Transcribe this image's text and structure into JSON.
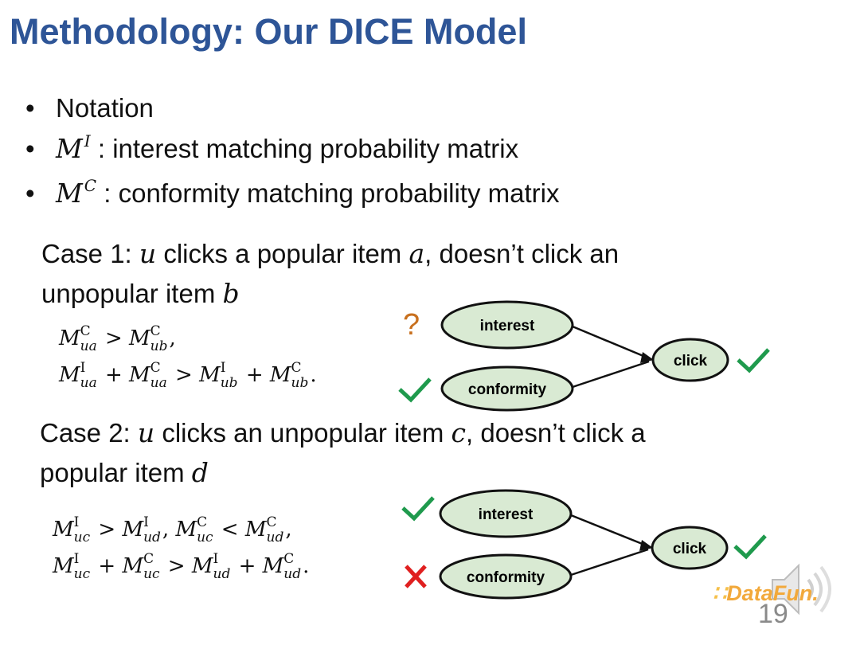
{
  "title": "Methodology: Our DICE Model",
  "bullets": {
    "notation": "Notation",
    "mi_sym": "M",
    "mi_sup": "I",
    "mi_text": " : interest matching probability matrix",
    "mc_sym": "M",
    "mc_sup": "C",
    "mc_text": " : conformity matching probability matrix"
  },
  "case1": {
    "t1": "Case 1: ",
    "u": "u",
    "t2": " clicks a popular item ",
    "a": "a",
    "t3": ", doesn’t click an",
    "t4": "unpopular item ",
    "b": "b"
  },
  "case2": {
    "t1": "Case 2: ",
    "u": "u",
    "t2": " clicks an unpopular item ",
    "c": "c",
    "t3": ", doesn’t click a",
    "t4": "popular item ",
    "d": "d"
  },
  "diagram1": {
    "top_node": "interest",
    "bottom_node": "conformity",
    "target": "click",
    "top_mark": "?",
    "bottom_mark": "check",
    "target_mark": "check"
  },
  "diagram2": {
    "top_node": "interest",
    "bottom_node": "conformity",
    "target": "click",
    "top_mark": "check",
    "bottom_mark": "cross",
    "target_mark": "check"
  },
  "colors": {
    "title": "#2e5597",
    "node_fill": "#d9ead3",
    "check": "#1f9a4d",
    "question": "#c8701e",
    "cross": "#e02020"
  },
  "page_number": "19",
  "logo": "DataFun."
}
